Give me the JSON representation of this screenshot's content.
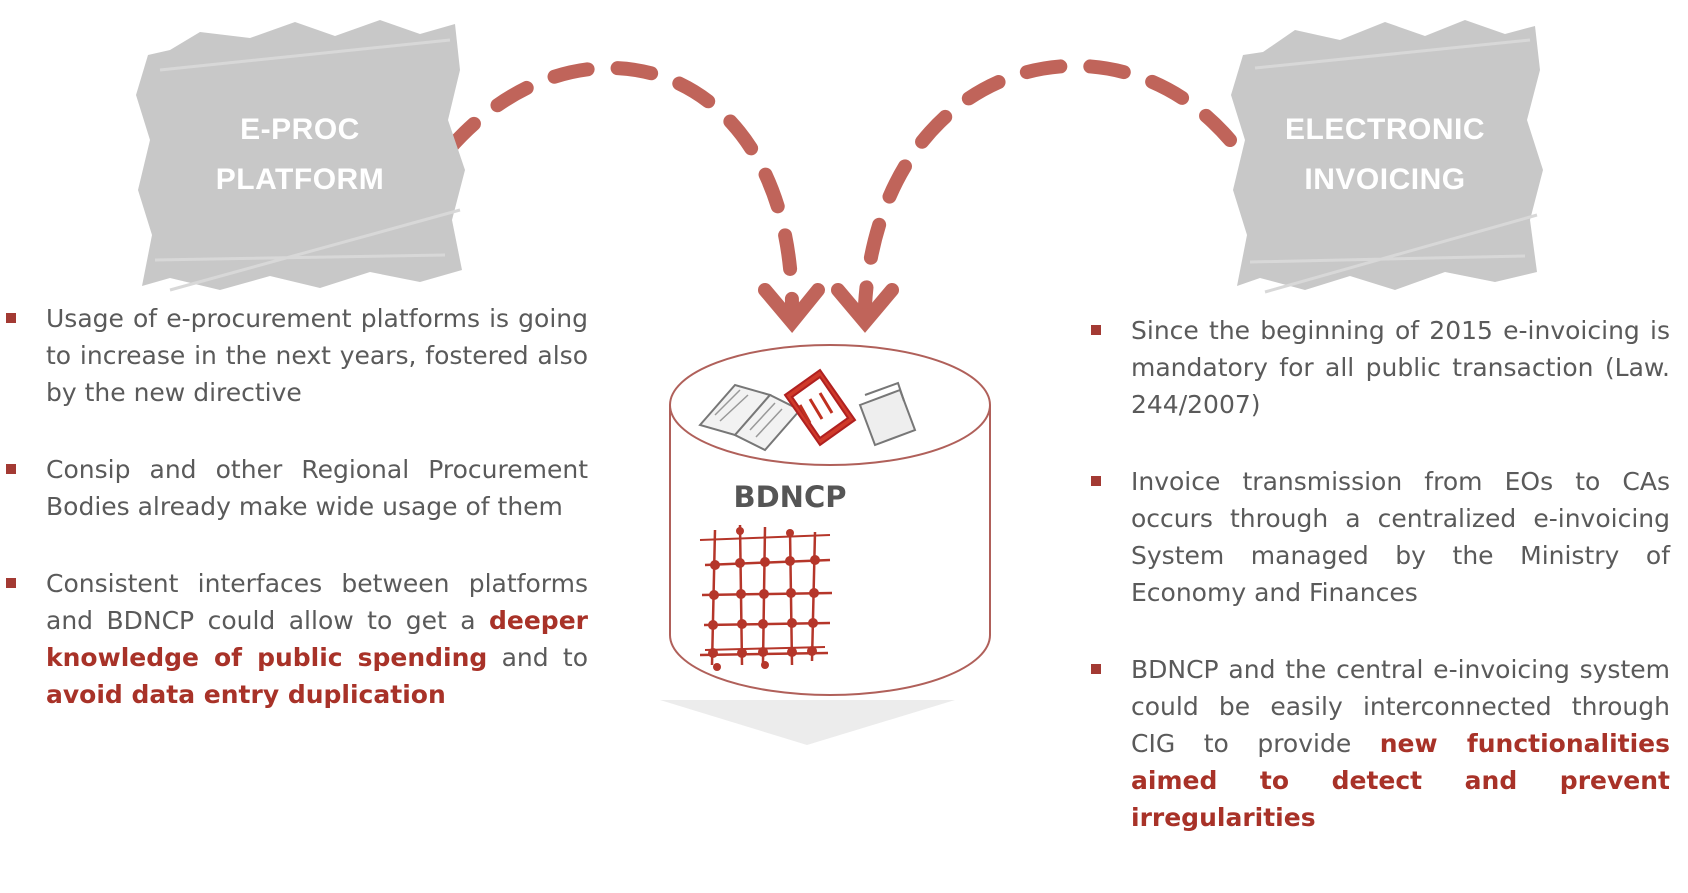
{
  "left_box": {
    "line1": "E-PROC",
    "line2": "PLATFORM"
  },
  "right_box": {
    "line1": "ELECTRONIC",
    "line2": "INVOICING"
  },
  "center": {
    "label": "BDNCP"
  },
  "left_items": [
    {
      "text": "Usage of e-procurement platforms is going to increase in the next years, fostered also by the new directive"
    },
    {
      "text": "Consip and other Regional Procurement Bodies already make wide usage of them"
    },
    {
      "pre": "Consistent interfaces between platforms and BDNCP could allow to get a ",
      "hl1": "deeper knowledge of public spending",
      "mid": " and to ",
      "hl2": "avoid data entry duplication"
    }
  ],
  "right_items": [
    {
      "text": "Since the beginning of 2015 e-invoicing is mandatory for all public transaction (Law. 244/2007)"
    },
    {
      "text": "Invoice transmission from EOs to CAs occurs through a centralized e-invoicing System managed by the Ministry of Economy and Finances"
    },
    {
      "pre": "BDNCP and the central e-invoicing system could be easily interconnected through CIG to provide ",
      "hl1": "new functionalities aimed to detect and prevent irregularities"
    }
  ],
  "colors": {
    "accent": "#c0645a",
    "highlight": "#a83228",
    "box_gray": "#c8c8c8",
    "text": "#5a5a5a"
  }
}
